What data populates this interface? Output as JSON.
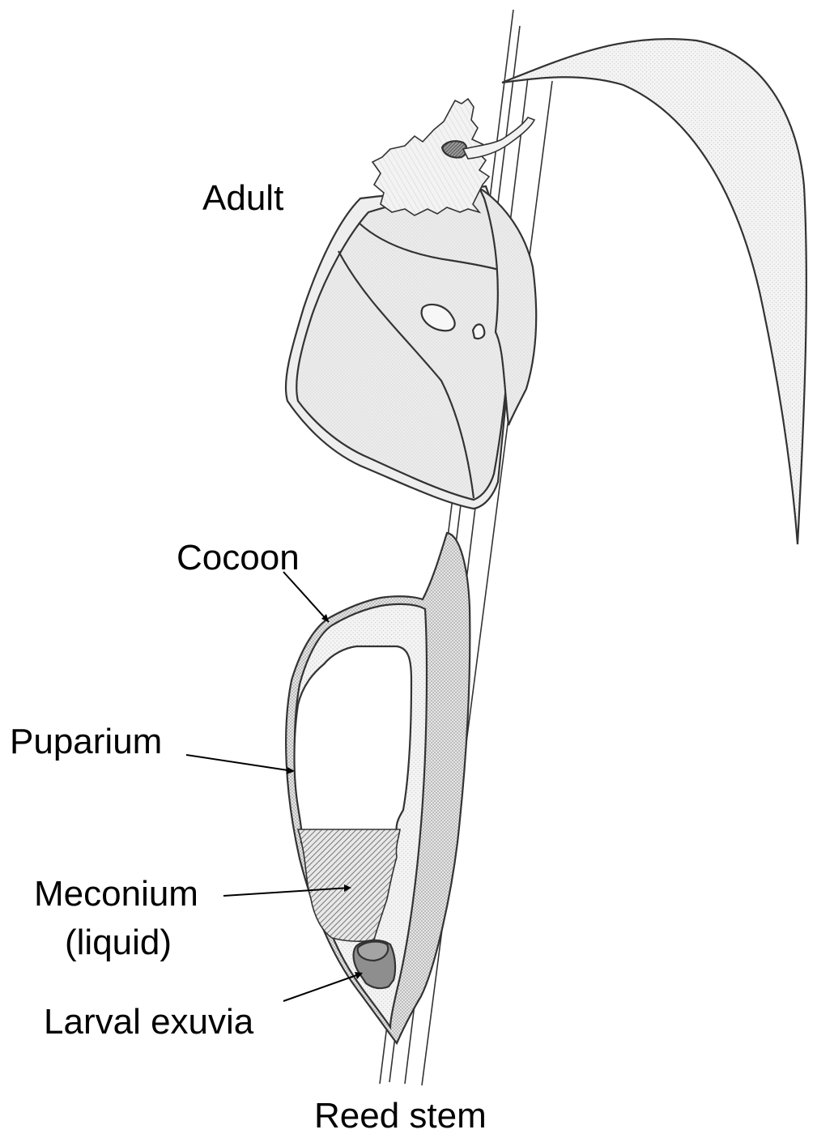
{
  "labels": {
    "adult": "Adult",
    "cocoon": "Cocoon",
    "puparium": "Puparium",
    "meconium": "Meconium",
    "meconium_sub": "(liquid)",
    "larval_exuvia": "Larval exuvia",
    "reed_stem": "Reed stem"
  },
  "colors": {
    "outline": "#333333",
    "leaf_fill": "#f2f2f2",
    "wing_fill": "#eeeeee",
    "cocoon_fill": "#d2d2d2",
    "puparium_fill": "#e3e3e3",
    "exuvia_fill": "#8e8e8e",
    "meconium_fill": "#bdbdbd"
  }
}
